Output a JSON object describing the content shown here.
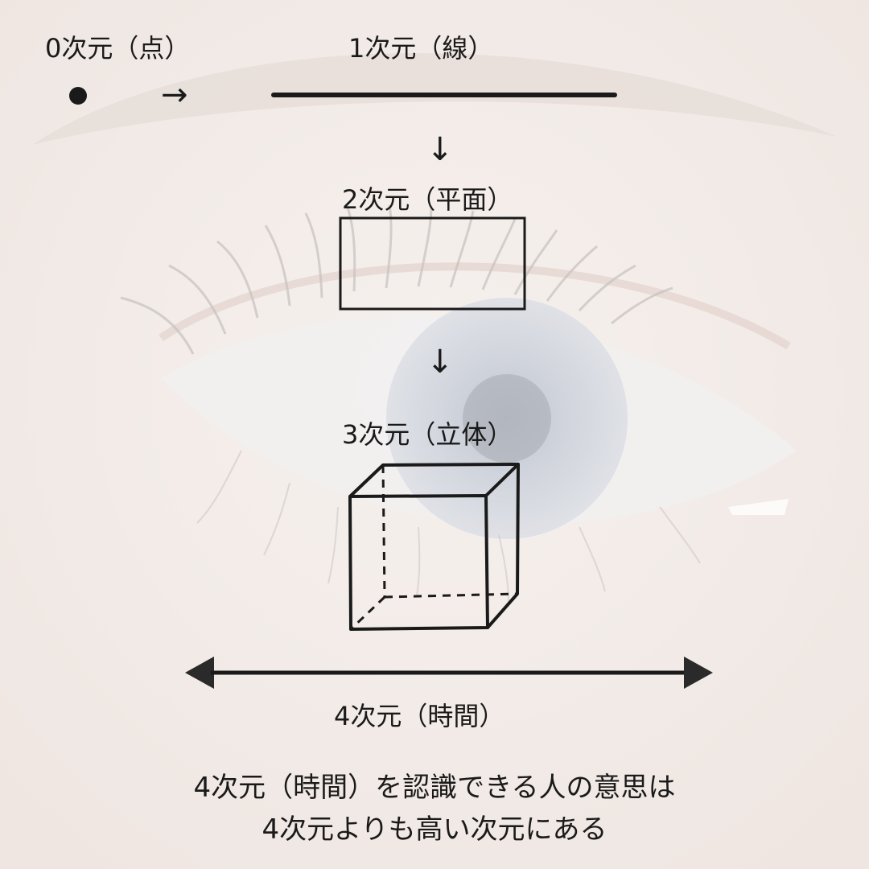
{
  "labels": {
    "dim0": "0次元（点）",
    "dim1": "1次元（線）",
    "dim2": "2次元（平面）",
    "dim3": "3次元（立体）",
    "dim4": "4次元（時間）"
  },
  "arrows": {
    "right": "→",
    "down": "↓"
  },
  "caption": {
    "line1": "4次元（時間）を認識できる人の意思は",
    "line2": "4次元よりも高い次元にある"
  },
  "colors": {
    "ink": "#1a1a1a",
    "background": "#f3eeeb",
    "iris": "#c9ced8"
  },
  "icons": {
    "background_image": "eye-photo"
  }
}
